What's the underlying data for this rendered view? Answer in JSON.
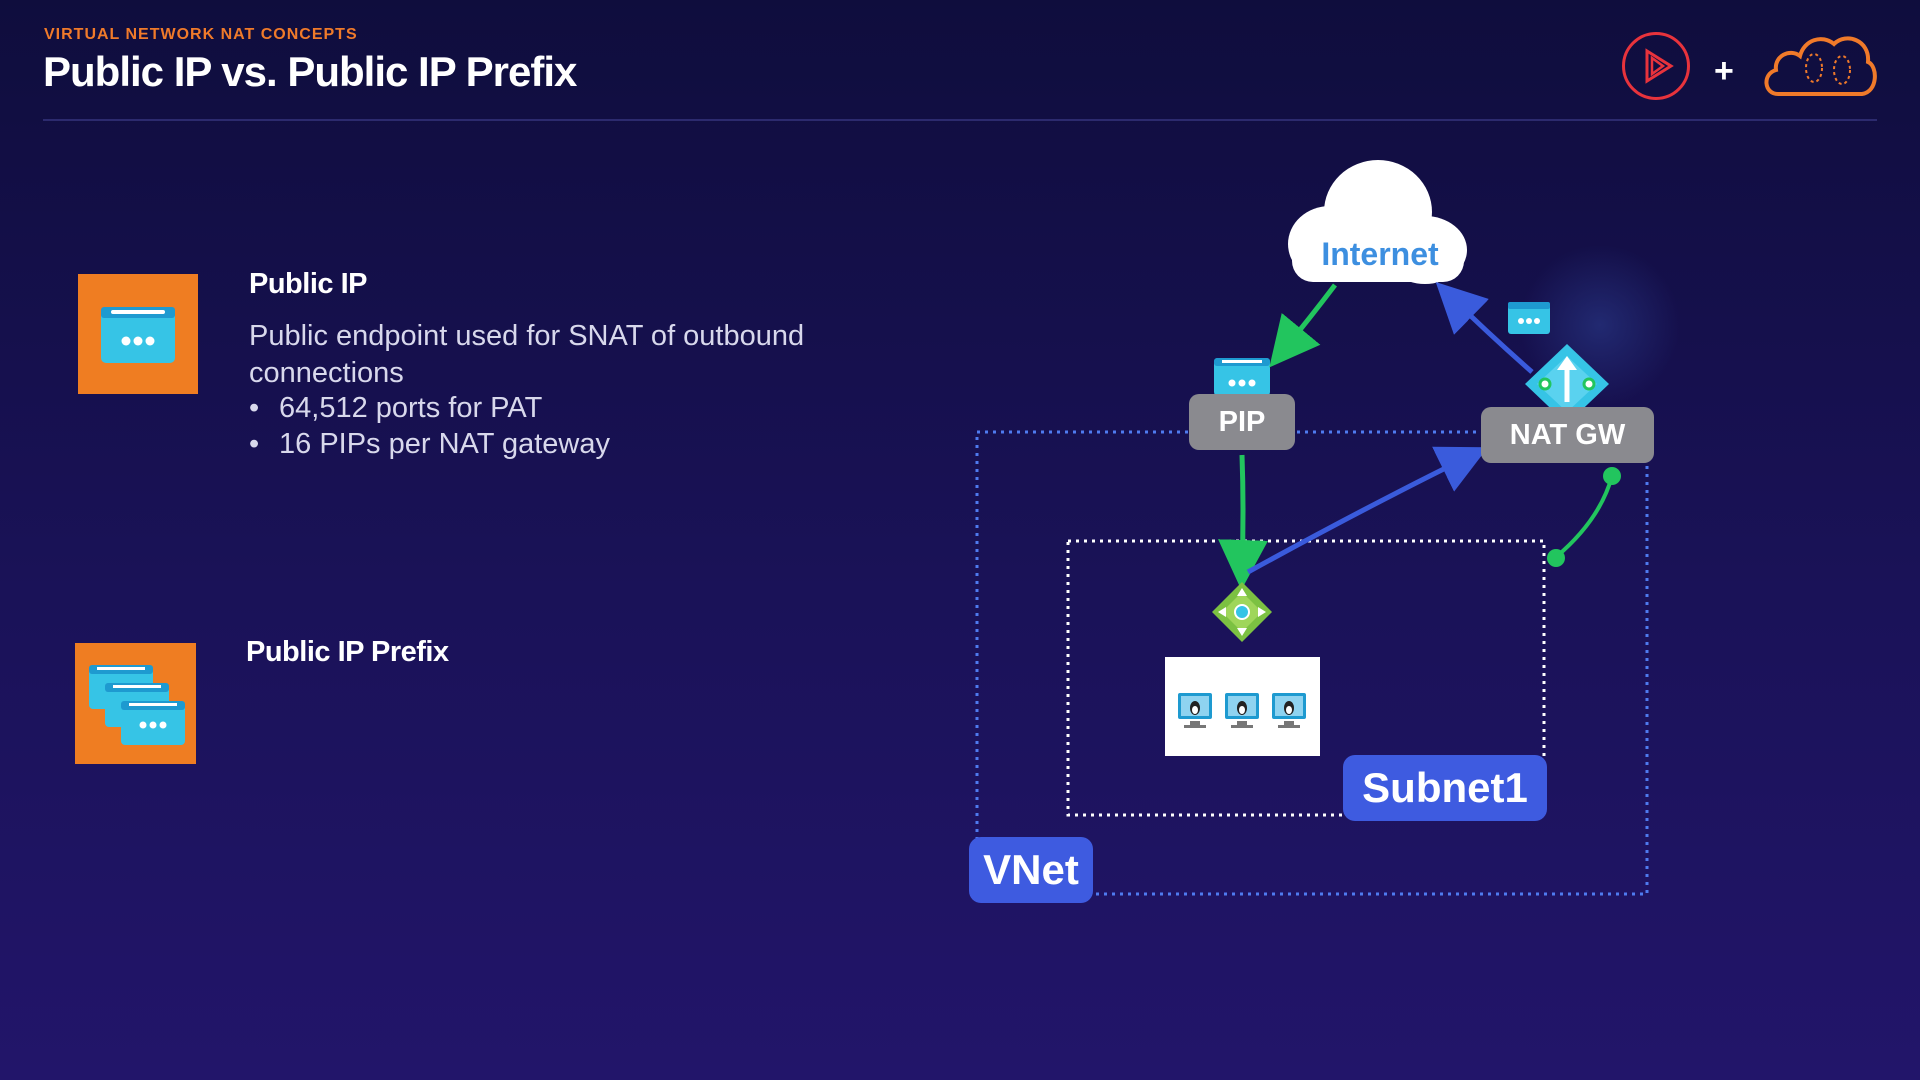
{
  "header": {
    "eyebrow": "VIRTUAL NETWORK NAT CONCEPTS",
    "title": "Public IP vs. Public IP Prefix",
    "plus": "+"
  },
  "public_ip": {
    "title": "Public IP",
    "description": "Public endpoint used for SNAT of outbound connections",
    "bullets": [
      "64,512 ports for PAT",
      "16 PIPs per NAT gateway"
    ]
  },
  "public_ip_prefix": {
    "title": "Public IP Prefix"
  },
  "diagram": {
    "internet_label": "Internet",
    "pip_label": "PIP",
    "nat_label": "NAT GW",
    "subnet_label": "Subnet1",
    "vnet_label": "VNet"
  },
  "colors": {
    "accent_orange": "#ef7d22",
    "label_blue": "#3e5be0",
    "flow_green": "#22c55e",
    "flow_blue": "#3a5bdc",
    "logo_red": "#e8333c"
  },
  "icons": [
    "public-ip-icon",
    "public-ip-prefix-icon",
    "cloud-icon",
    "nat-gateway-icon",
    "load-balancer-icon",
    "vm-icon",
    "play-logo-icon",
    "cloud-logo-icon"
  ]
}
